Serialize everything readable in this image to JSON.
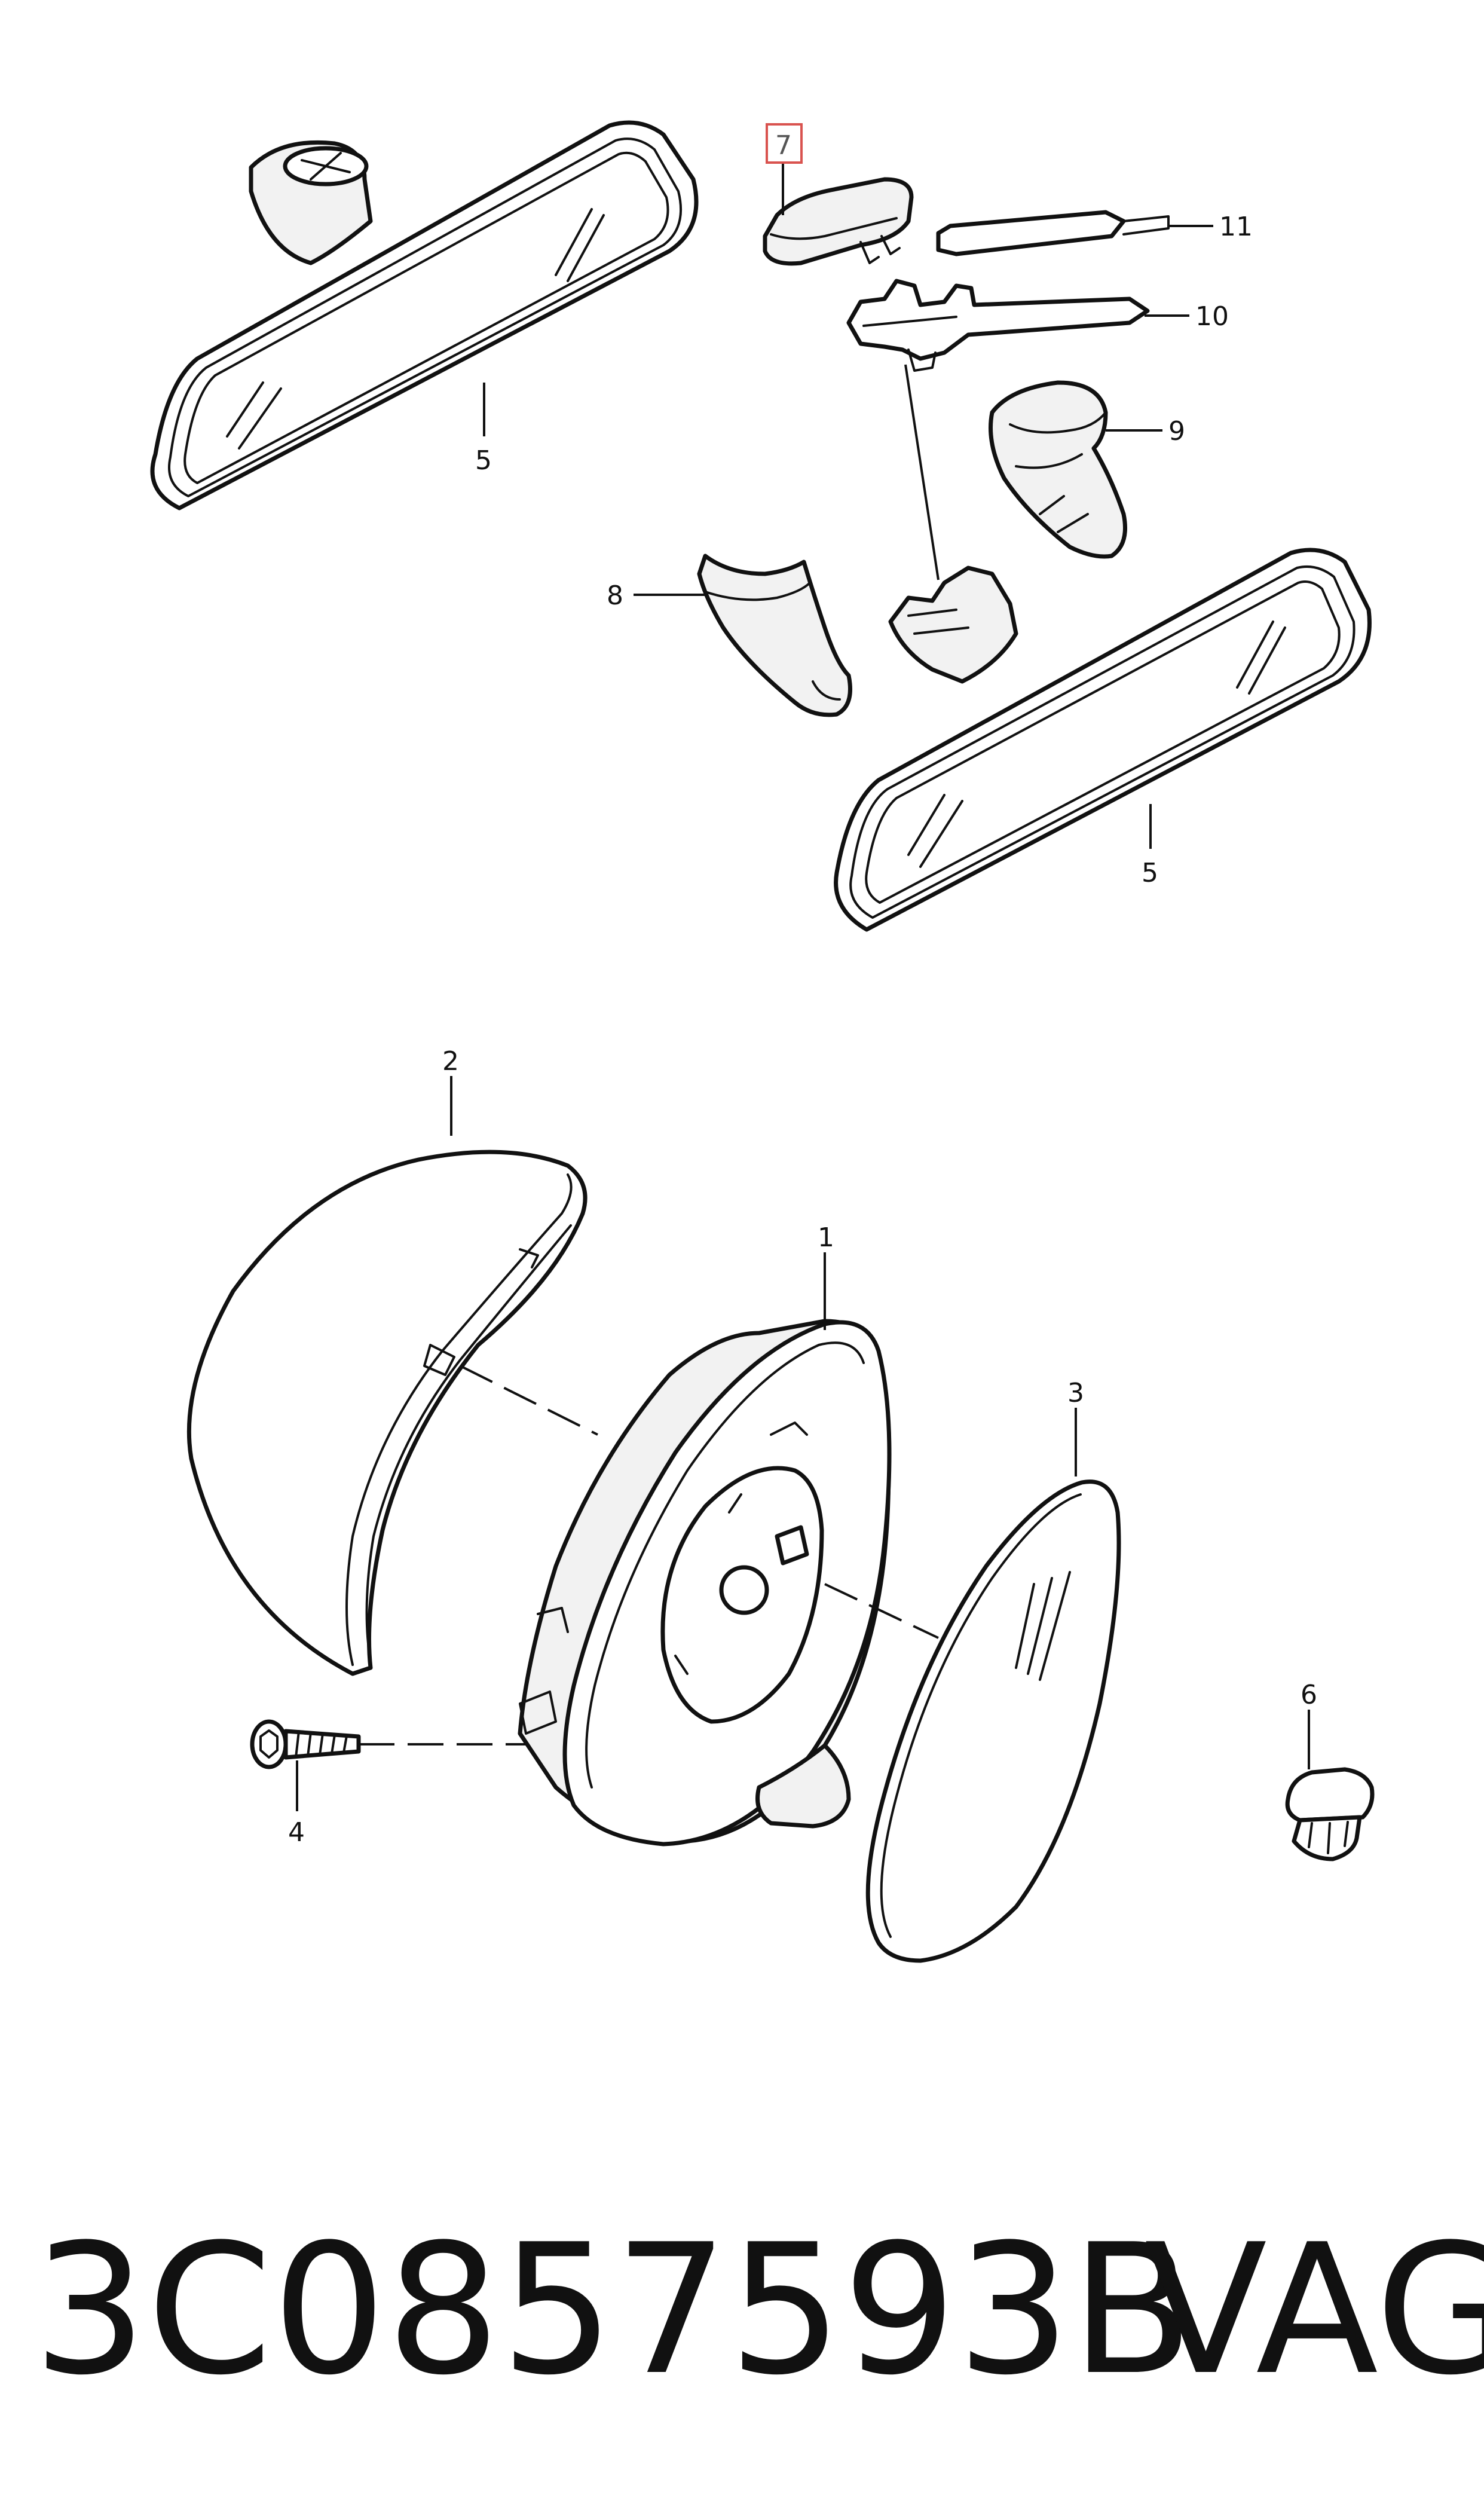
{
  "callouts": {
    "c1": "1",
    "c2": "2",
    "c3": "3",
    "c4": "4",
    "c5a": "5",
    "c5b": "5",
    "c6": "6",
    "c7": "7",
    "c8": "8",
    "c9": "9",
    "c10": "10",
    "c11": "11"
  },
  "highlighted_callout": "7",
  "highlight_color": "#d9534f",
  "footer": {
    "part_number": "3C0857593B",
    "brand": "VAG"
  }
}
